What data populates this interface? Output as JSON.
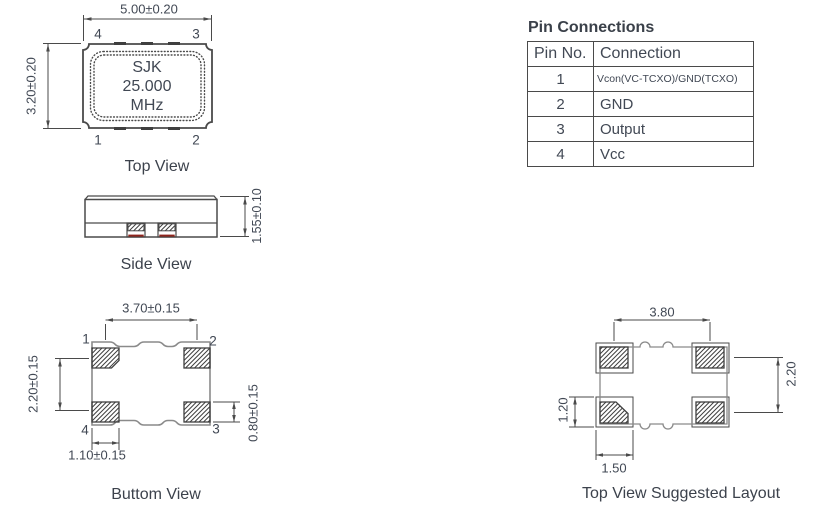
{
  "colors": {
    "ink": "#414854",
    "line": "#4a4a4a",
    "outline_gray": "#8a8a8a",
    "pad_base_red": "#8e241c"
  },
  "top_view": {
    "title": "Top View",
    "dim_width": "5.00±0.20",
    "dim_height": "3.20±0.20",
    "marking": {
      "line1": "SJK",
      "line2": "25.000",
      "line3": "MHz"
    },
    "pins": {
      "top_left": "4",
      "top_right": "3",
      "bottom_left": "1",
      "bottom_right": "2"
    }
  },
  "side_view": {
    "title": "Side View",
    "dim_height": "1.55±0.10"
  },
  "bottom_view": {
    "title": "Buttom View",
    "dim_pad_span": "3.70±0.15",
    "dim_pad_pitch_vertical": "2.20±0.15",
    "dim_pad_height": "0.80±0.15",
    "dim_pad_width": "1.10±0.15",
    "pins": {
      "top_left": "1",
      "top_right": "2",
      "bottom_left": "4",
      "bottom_right": "3"
    }
  },
  "layout_view": {
    "title": "Top View Suggested Layout",
    "dim_pad_pitch_horizontal": "3.80",
    "dim_pad_pitch_vertical": "2.20",
    "dim_pad_height": "1.20",
    "dim_pad_width": "1.50"
  },
  "pin_table": {
    "title": "Pin Connections",
    "headers": [
      "Pin No.",
      "Connection"
    ],
    "rows": [
      {
        "pin": "1",
        "connection": "Vcon(VC-TCXO)/GND(TCXO)"
      },
      {
        "pin": "2",
        "connection": "GND"
      },
      {
        "pin": "3",
        "connection": "Output"
      },
      {
        "pin": "4",
        "connection": "Vcc"
      }
    ]
  }
}
